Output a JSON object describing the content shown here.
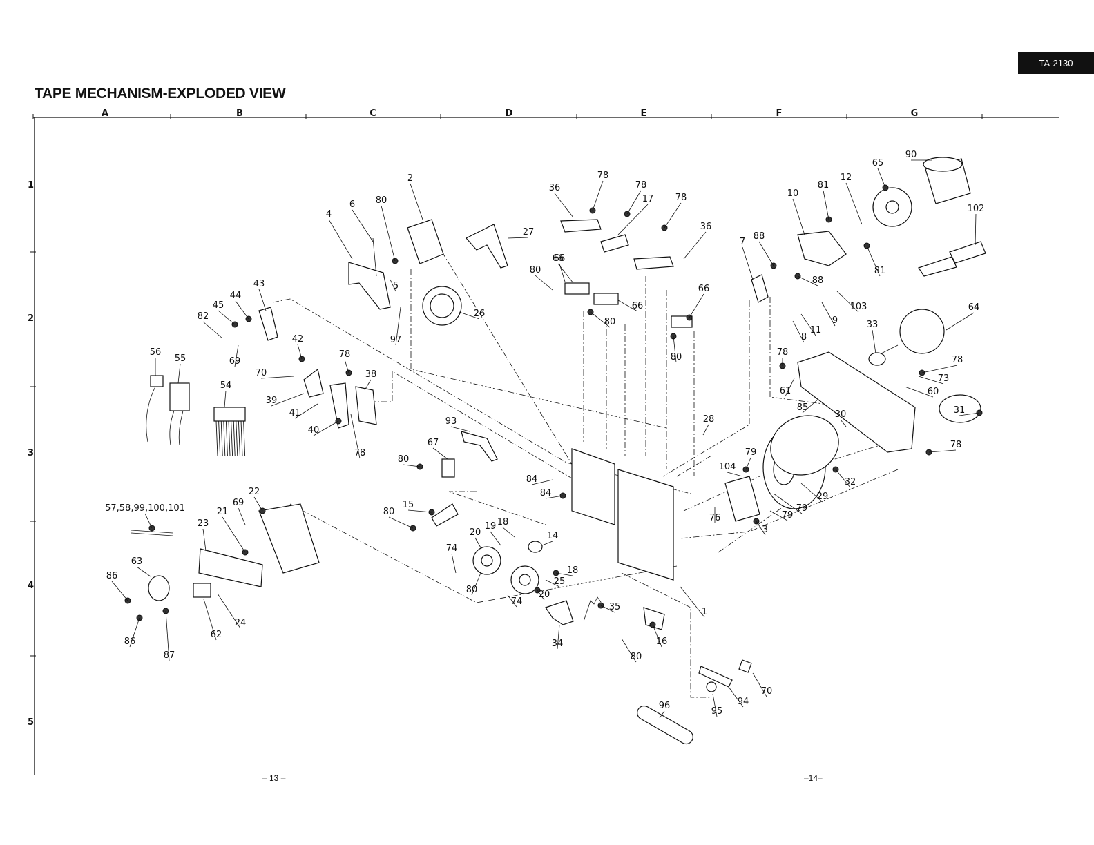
{
  "model": "TA-2130",
  "title": "TAPE  MECHANISM-EXPLODED VIEW",
  "grid": {
    "columns": [
      "A",
      "B",
      "C",
      "D",
      "E",
      "F",
      "G"
    ],
    "rows": [
      "1",
      "2",
      "3",
      "4",
      "5"
    ]
  },
  "callouts": [
    "2",
    "4",
    "6",
    "80",
    "5",
    "27",
    "97",
    "26",
    "36",
    "78",
    "78",
    "78",
    "17",
    "36",
    "66",
    "80",
    "66",
    "80",
    "66",
    "66",
    "80",
    "10",
    "81",
    "12",
    "65",
    "90",
    "102",
    "88",
    "7",
    "88",
    "81",
    "103",
    "9",
    "11",
    "8",
    "64",
    "33",
    "78",
    "78",
    "73",
    "61",
    "85",
    "60",
    "31",
    "43",
    "44",
    "45",
    "82",
    "69",
    "42",
    "70",
    "78",
    "38",
    "39",
    "41",
    "40",
    "78",
    "56",
    "55",
    "54",
    "93",
    "67",
    "80",
    "28",
    "30",
    "78",
    "79",
    "104",
    "29",
    "32",
    "79",
    "76",
    "79",
    "3",
    "84",
    "84",
    "15",
    "80",
    "57,58,99,100,101",
    "22",
    "69",
    "21",
    "23",
    "63",
    "86",
    "86",
    "87",
    "62",
    "24",
    "20",
    "19",
    "18",
    "14",
    "74",
    "18",
    "25",
    "80",
    "20",
    "74",
    "35",
    "1",
    "34",
    "16",
    "80",
    "70",
    "94",
    "95",
    "96"
  ],
  "footer": {
    "left_page": "– 13 –",
    "right_page": "–14–"
  }
}
